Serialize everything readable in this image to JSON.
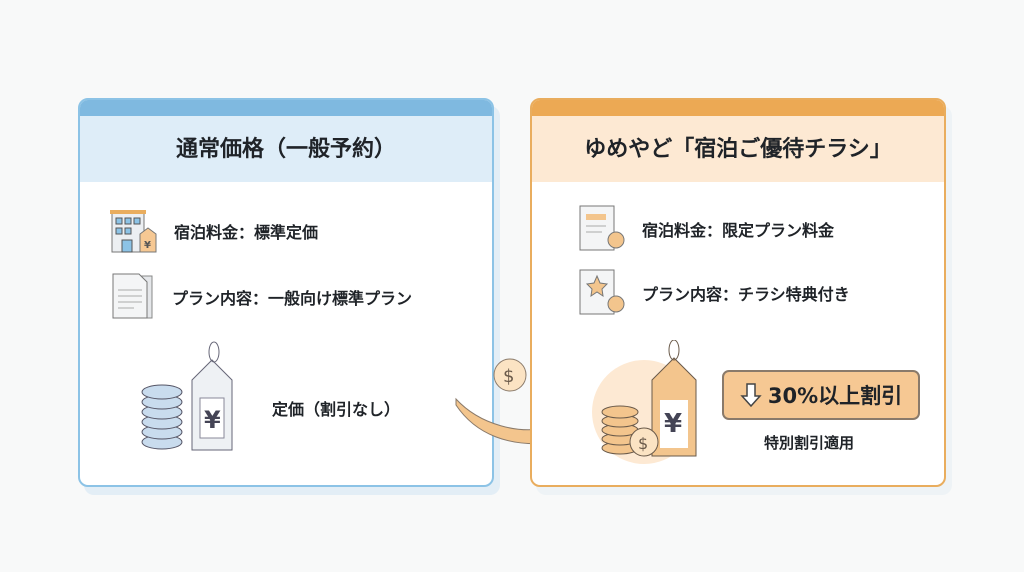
{
  "left": {
    "title": "通常価格（一般予約）",
    "rows": [
      {
        "icon": "hotel-price-icon",
        "text": "宿泊料金：標準定価"
      },
      {
        "icon": "document-icon",
        "text": "プラン内容：一般向け標準プラン"
      }
    ],
    "price_note": "定価（割引なし）"
  },
  "right": {
    "title": "ゆめやど「宿泊ご優待チラシ」",
    "rows": [
      {
        "icon": "certificate-icon",
        "text": "宿泊料金：限定プラン料金"
      },
      {
        "icon": "star-certificate-icon",
        "text": "プラン内容：チラシ特典付き"
      }
    ],
    "badge": "30%以上割引",
    "badge_sub": "特別割引適用"
  },
  "colors": {
    "blue": "#8cc3e6",
    "orange": "#e9ad5e"
  }
}
